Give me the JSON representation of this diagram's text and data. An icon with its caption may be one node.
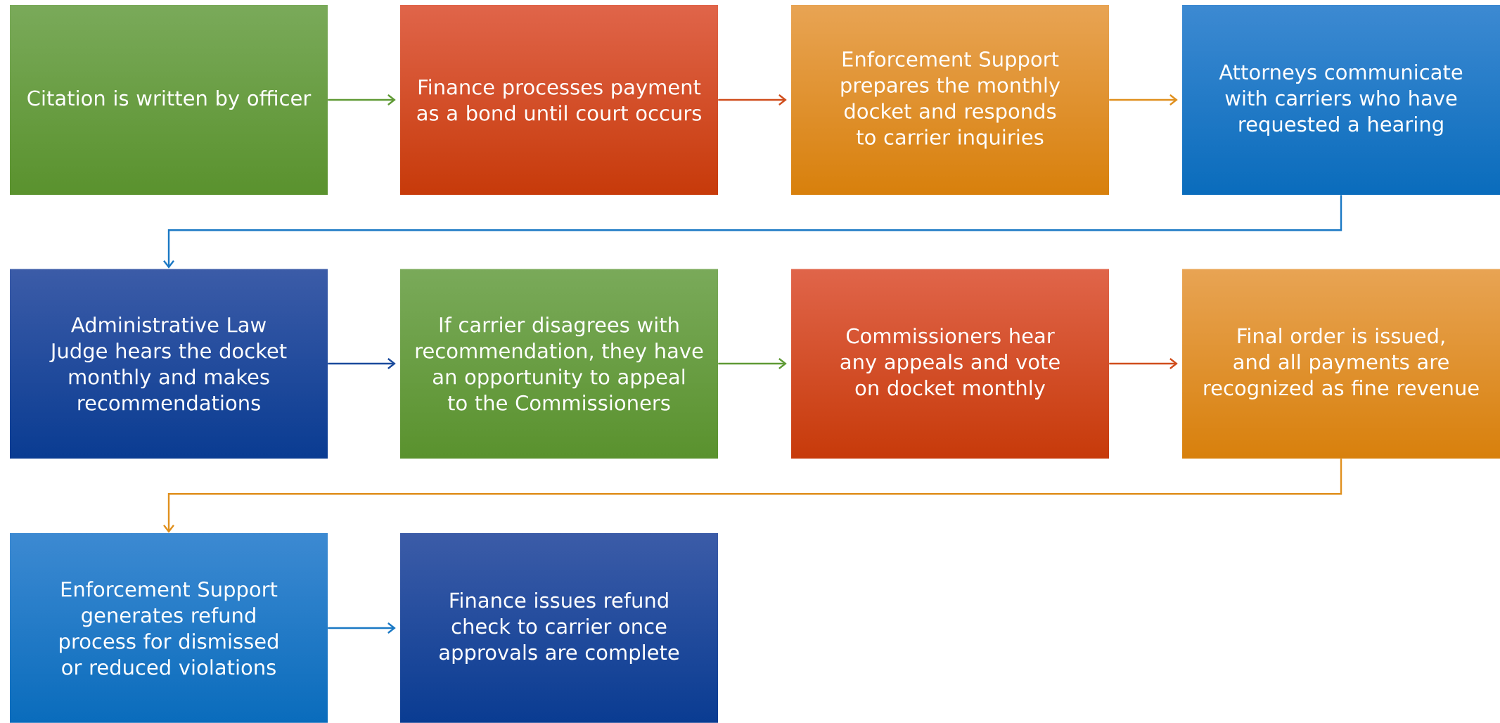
{
  "diagram": {
    "nodes": [
      {
        "text": [
          "Citation is written by officer"
        ]
      },
      {
        "text": [
          "Finance processes payment as a bond until court occurs"
        ]
      },
      {
        "text": [
          "Enforcement Support prepares the monthly docket and responds to carrier inquiries"
        ]
      },
      {
        "text": [
          "Attorneys communicate with carriers who have requested a hearing"
        ]
      },
      {
        "text": [
          "Administrative Law Judge hears the docket monthly and makes recommendations"
        ]
      },
      {
        "text": [
          "If carrier disagrees with recommendation, they have an opportunity to appeal to the Commissioners"
        ]
      },
      {
        "text": [
          "Commissioners hear any appeals and vote on docket monthly"
        ]
      },
      {
        "text": [
          "Final order is issued, and all payments are recognized as fine revenue"
        ]
      },
      {
        "text": [
          "Enforcement Support generates refund process for dismissed or reduced violations"
        ]
      },
      {
        "text": [
          "Finance issues refund check to carrier once approvals are complete"
        ]
      }
    ],
    "edges": [
      {
        "from": 0,
        "to": 1,
        "arrow": "to",
        "color": "#5f9a35"
      },
      {
        "from": 1,
        "to": 2,
        "arrow": "to",
        "color": "#d04d1c"
      },
      {
        "from": 2,
        "to": 3,
        "arrow": "to",
        "color": "#e0901e"
      },
      {
        "from": 3,
        "to": 4,
        "arrow": "to",
        "color": "#1a78c4"
      },
      {
        "from": 4,
        "to": 5,
        "arrow": "to",
        "color": "#1a4a9c"
      },
      {
        "from": 5,
        "to": 6,
        "arrow": "to",
        "color": "#5f9a35"
      },
      {
        "from": 6,
        "to": 7,
        "arrow": "to",
        "color": "#d04d1c"
      },
      {
        "from": 7,
        "to": 8,
        "arrow": "to",
        "color": "#e0901e"
      },
      {
        "from": 8,
        "to": 9,
        "arrow": "to",
        "color": "#1a78c4"
      }
    ]
  }
}
